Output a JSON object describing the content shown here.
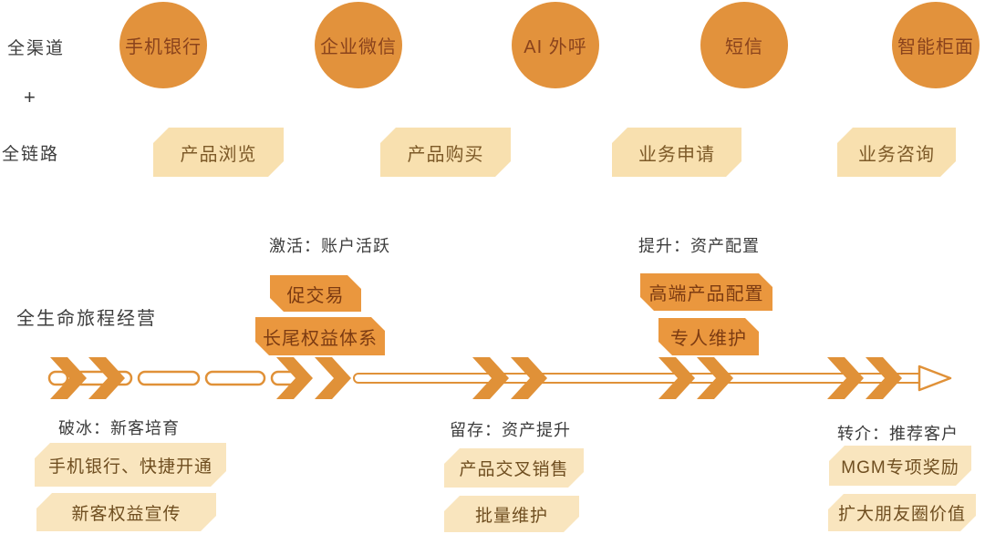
{
  "colors": {
    "circle_fill": "#E2923C",
    "orange_box_fill": "#EA973E",
    "cream_box_top_fill": "#F8E0AF",
    "cream_box_bottom_fill": "#F9E5BE",
    "circle_text": "#8A431C",
    "orange_box_text": "#7C3B12",
    "cream_box_text": "#7D5A28",
    "label_text": "#3C3C3C",
    "arrow": "#E09138"
  },
  "left_labels": {
    "omni_channel": "全渠道",
    "plus": "+",
    "full_chain": "全链路",
    "lifecycle": "全生命旅程经营"
  },
  "channels": [
    {
      "label": "手机银行"
    },
    {
      "label": "企业微信"
    },
    {
      "label": "AI 外呼"
    },
    {
      "label": "短信"
    },
    {
      "label": "智能柜面"
    }
  ],
  "touchpoints": [
    {
      "label": "产品浏览"
    },
    {
      "label": "产品购买"
    },
    {
      "label": "业务申请"
    },
    {
      "label": "业务咨询"
    }
  ],
  "stages_above": [
    {
      "title": "激活：账户活跃",
      "items": [
        {
          "label": "促交易"
        },
        {
          "label": "长尾权益体系"
        }
      ]
    },
    {
      "title": "提升：资产配置",
      "items": [
        {
          "label": "高端产品配置"
        },
        {
          "label": "专人维护"
        }
      ]
    }
  ],
  "stages_below": [
    {
      "title": "破冰：新客培育",
      "items": [
        {
          "label": "手机银行、快捷开通"
        },
        {
          "label": "新客权益宣传"
        }
      ]
    },
    {
      "title": "留存：资产提升",
      "items": [
        {
          "label": "产品交叉销售"
        },
        {
          "label": "批量维护"
        }
      ]
    },
    {
      "title": "转介：推荐客户",
      "items": [
        {
          "label": "MGM专项奖励"
        },
        {
          "label": "扩大朋友圈价值"
        }
      ]
    }
  ]
}
